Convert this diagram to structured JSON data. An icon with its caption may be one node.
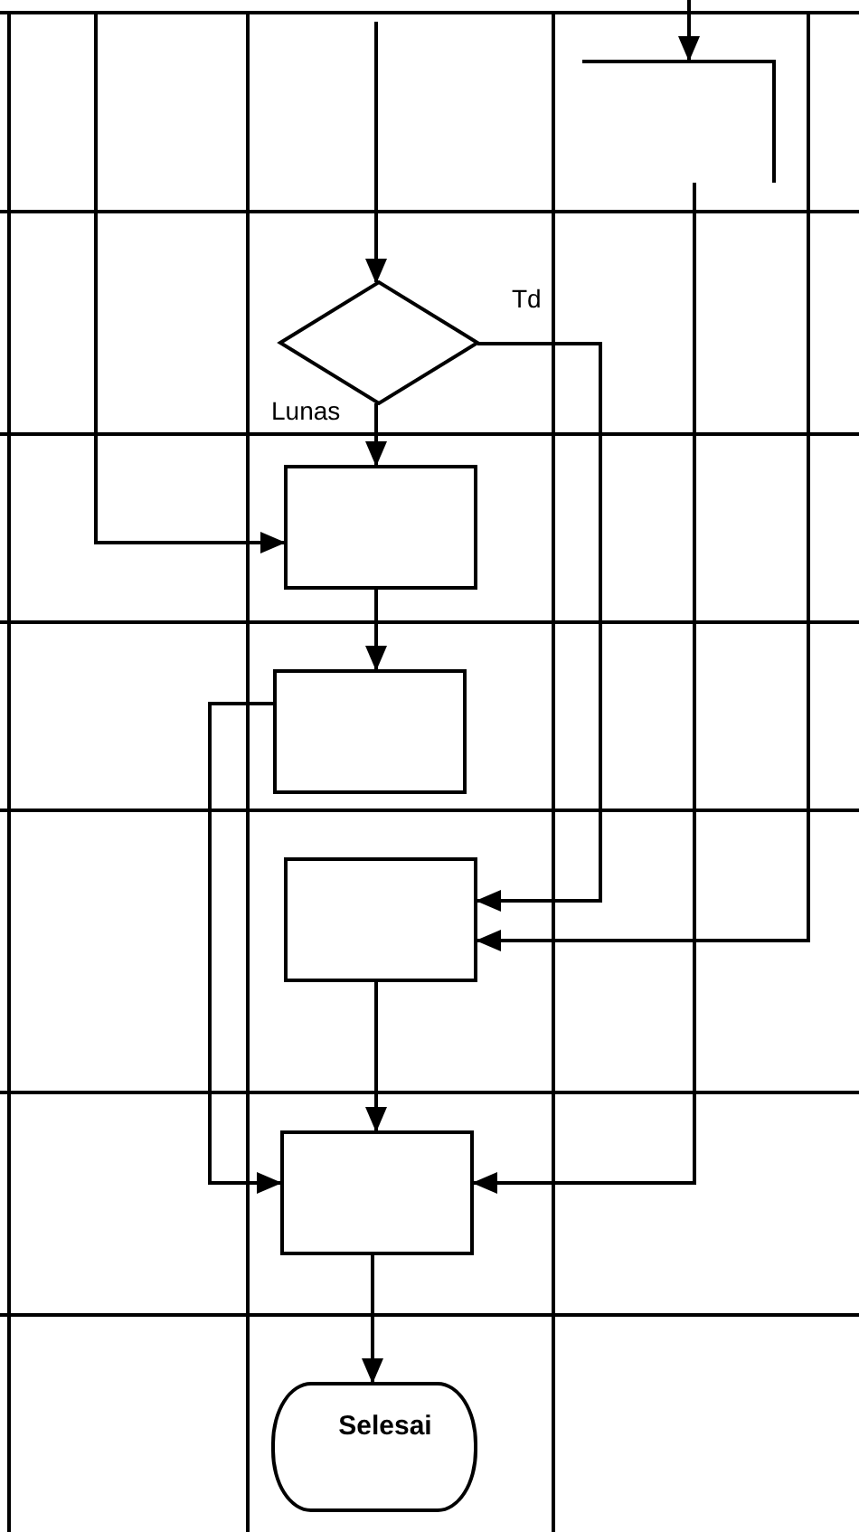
{
  "diagram": {
    "nodes": [
      {
        "text": [],
        "shape": "box"
      },
      {
        "text": [],
        "shape": "diamond"
      },
      {
        "text": [],
        "shape": "box"
      },
      {
        "text": [],
        "shape": "box"
      },
      {
        "text": [],
        "shape": "box"
      },
      {
        "text": [],
        "shape": "box"
      },
      {
        "text": [
          "Selesai"
        ]
      }
    ],
    "edges": [
      {
        "from": null,
        "to": 1,
        "arrow": "to"
      },
      {
        "from": null,
        "to": 0,
        "arrow": "to"
      },
      {
        "from": 1,
        "to": 2,
        "arrow": "to",
        "label": "Lunas"
      },
      {
        "from": 1,
        "to": 4,
        "arrow": "to",
        "label": "Td"
      },
      {
        "from": null,
        "to": 2,
        "arrow": "to"
      },
      {
        "from": 2,
        "to": 3,
        "arrow": "to"
      },
      {
        "from": null,
        "to": 4,
        "arrow": "to"
      },
      {
        "from": 0,
        "to": 5,
        "arrow": "to"
      },
      {
        "from": 3,
        "to": 5,
        "arrow": "to"
      },
      {
        "from": 4,
        "to": 5,
        "arrow": "to"
      },
      {
        "from": 5,
        "to": 6,
        "arrow": "to"
      }
    ]
  }
}
